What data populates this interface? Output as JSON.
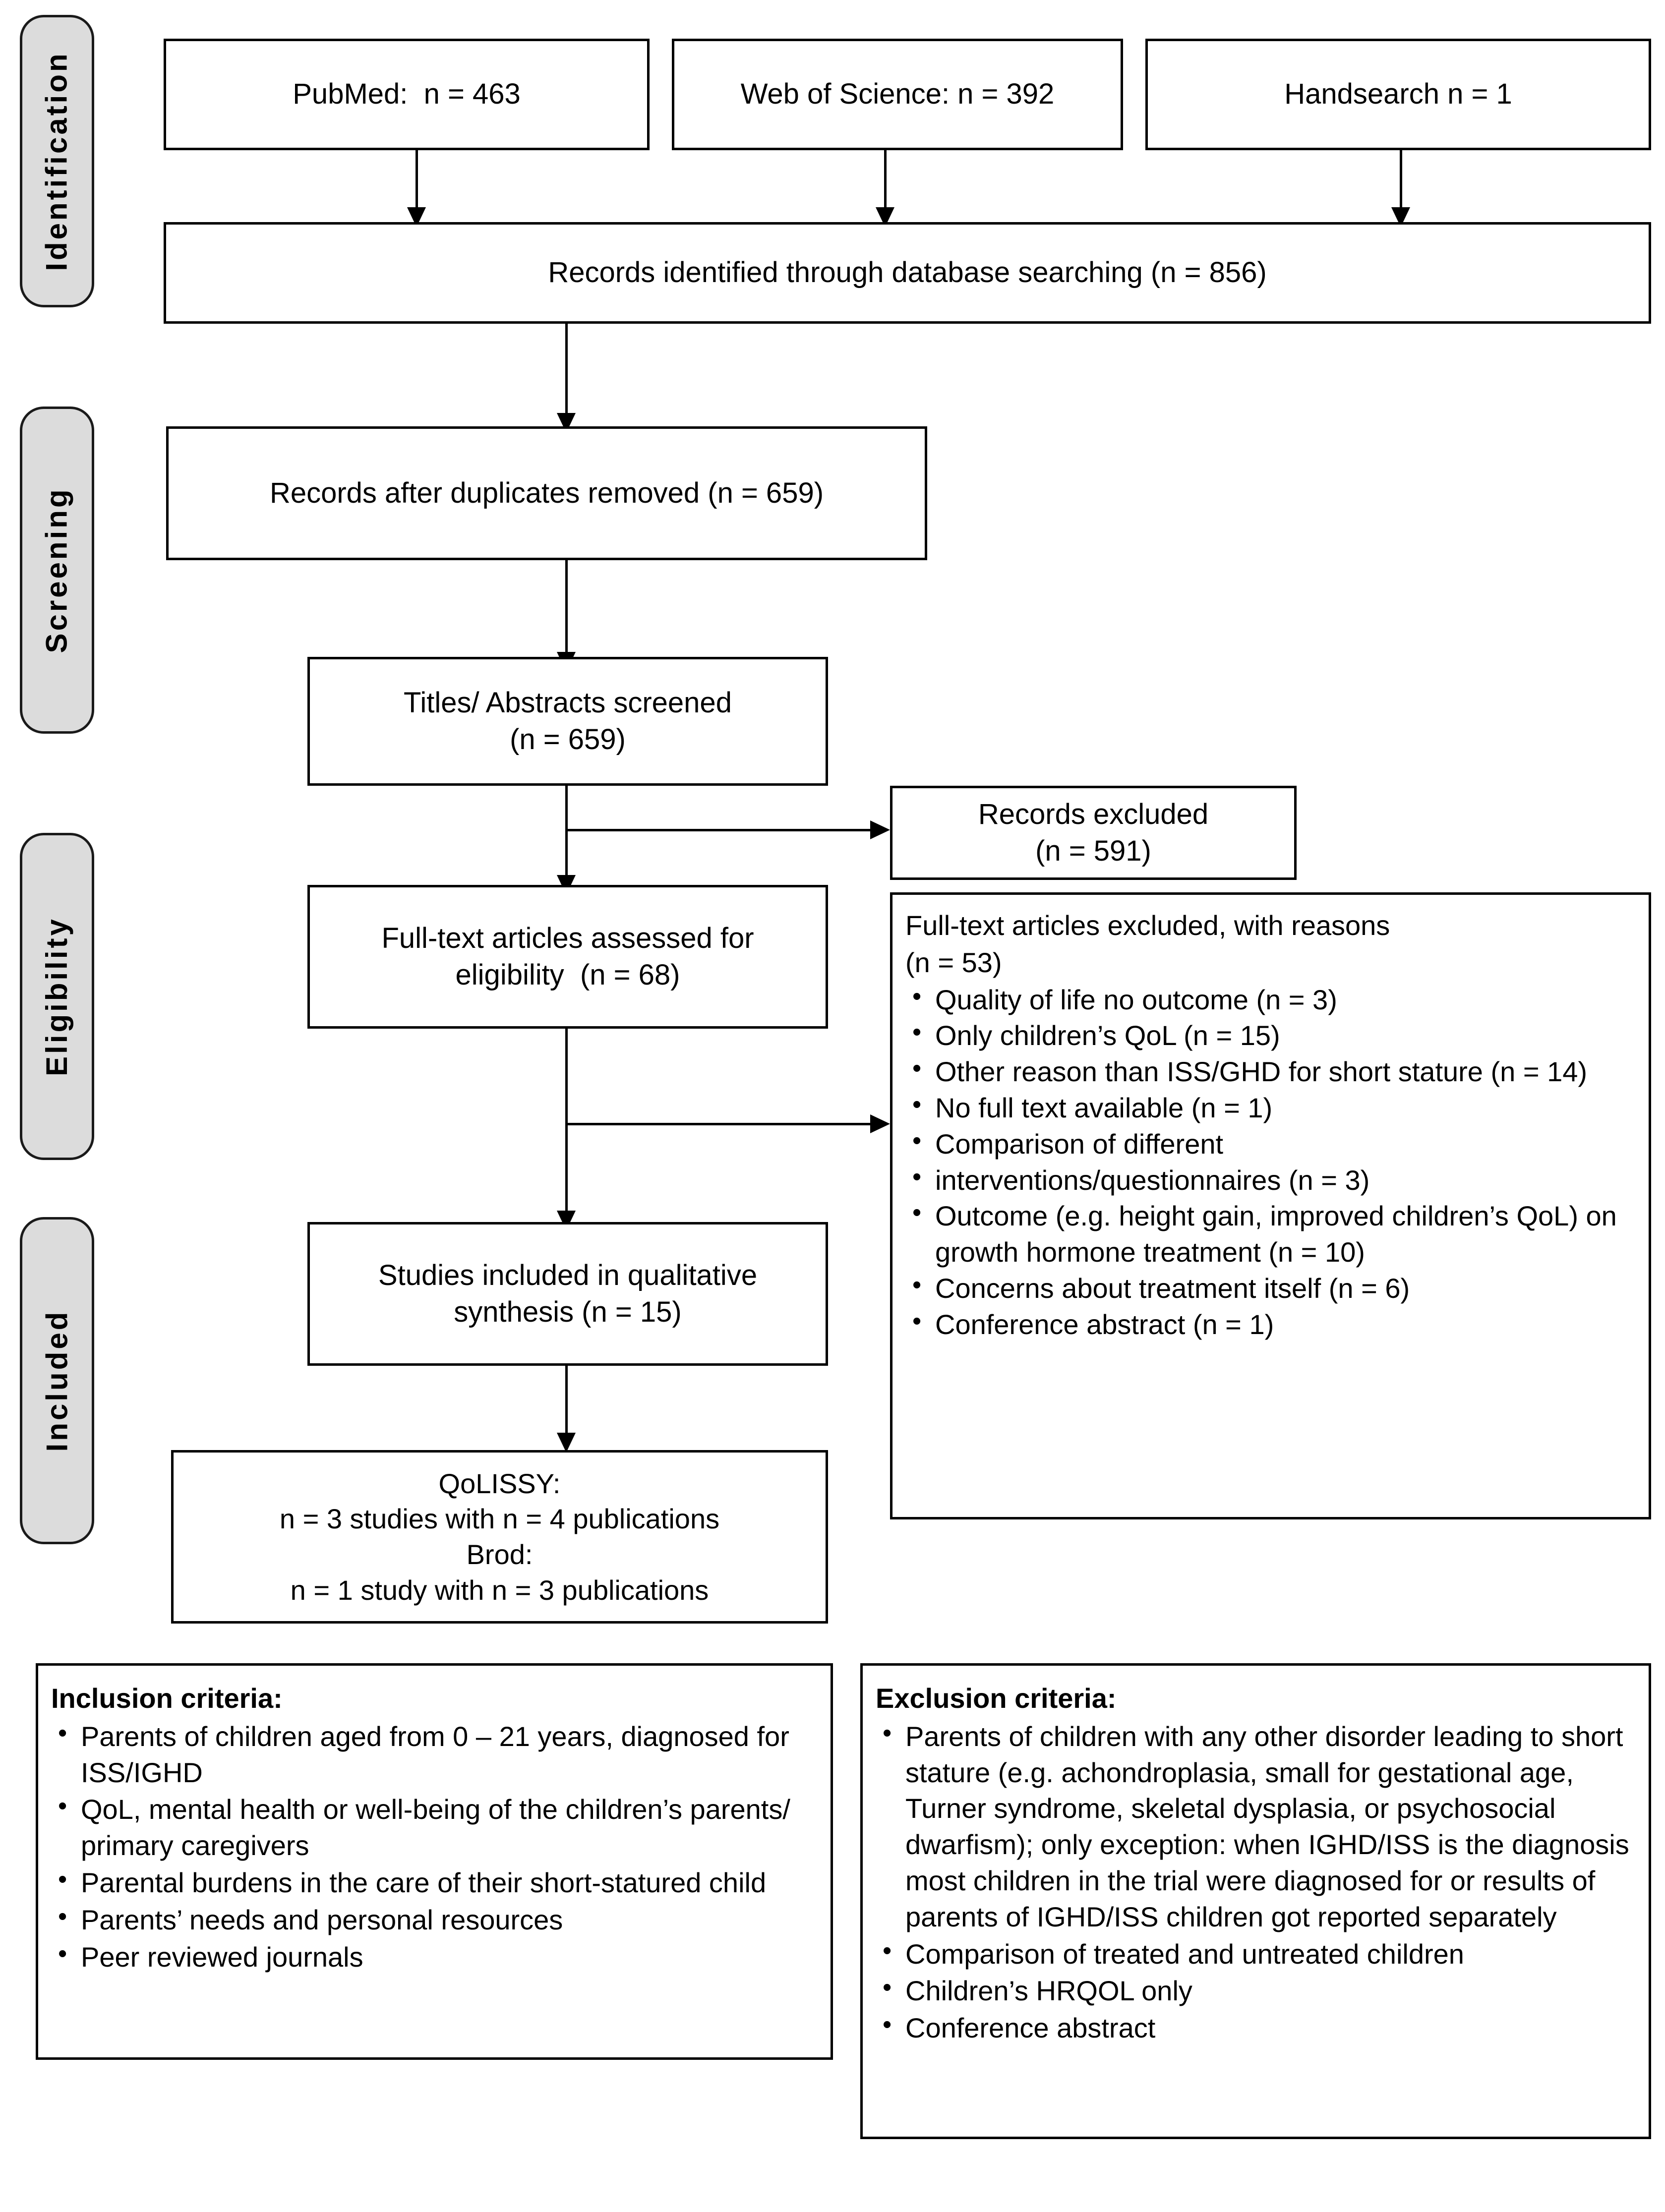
{
  "diagram": {
    "type": "prisma-flow-diagram",
    "stages": [
      {
        "label": "Identification"
      },
      {
        "label": "Screening"
      },
      {
        "label": "Eligibility"
      },
      {
        "label": "Included"
      }
    ],
    "sources": [
      {
        "label": "PubMed:  n = 463"
      },
      {
        "label": "Web of Science: n = 392"
      },
      {
        "label": "Handsearch n = 1"
      }
    ],
    "identified": {
      "label": "Records identified through database searching (n = 856)"
    },
    "after_duplicates": {
      "label": "Records after duplicates removed (n = 659)"
    },
    "screened": {
      "line1": "Titles/ Abstracts screened",
      "line2": "(n = 659)"
    },
    "records_excluded": {
      "line1": "Records excluded",
      "line2": "(n = 591)"
    },
    "fulltext_assessed": {
      "line1": "Full-text articles assessed for",
      "line2": "eligibility  (n = 68)"
    },
    "fulltext_excluded": {
      "heading_line1": "Full-text articles excluded, with reasons",
      "heading_line2": "(n = 53)",
      "reasons": [
        "Quality of life no outcome (n = 3)",
        "Only children’s QoL (n = 15)",
        "Other reason than ISS/GHD for short stature (n = 14)",
        "No full text available  (n = 1)",
        "Comparison of different",
        "interventions/questionnaires  (n = 3)",
        "Outcome (e.g. height gain, improved children’s QoL) on growth hormone treatment (n = 10)",
        "Concerns about treatment itself (n = 6)",
        "Conference abstract (n = 1)"
      ]
    },
    "qualitative_synthesis": {
      "line1": "Studies included in qualitative",
      "line2": "synthesis (n = 15)"
    },
    "instruments": {
      "line1": "QoLISSY:",
      "line2": "n = 3 studies with n = 4 publications",
      "line3": "Brod:",
      "line4": "n = 1 study with n = 3 publications"
    }
  },
  "inclusion_criteria": {
    "title": "Inclusion criteria:",
    "items": [
      "Parents of children aged from 0 – 21 years, diagnosed for ISS/IGHD",
      "QoL, mental health or well-being of the children’s parents/ primary caregivers",
      "Parental burdens in the care of their short-statured child",
      "Parents’ needs and personal resources",
      "Peer reviewed journals"
    ]
  },
  "exclusion_criteria": {
    "title": "Exclusion criteria:",
    "items": [
      "Parents of children with any other disorder leading to short stature (e.g. achondroplasia, small for gestational age, Turner syndrome, skeletal dysplasia, or psychosocial dwarfism); only exception:  when IGHD/ISS is the diagnosis most children in the trial were diagnosed for or results of parents of IGHD/ISS children got reported separately",
      "Comparison of treated and untreated children",
      "Children’s HRQOL only",
      "Conference abstract"
    ]
  },
  "colors": {
    "stage_tab_fill": "#dcdcdc",
    "stage_tab_border": "#1a1a1a",
    "box_border": "#000000",
    "box_fill": "#ffffff",
    "text": "#000000"
  }
}
